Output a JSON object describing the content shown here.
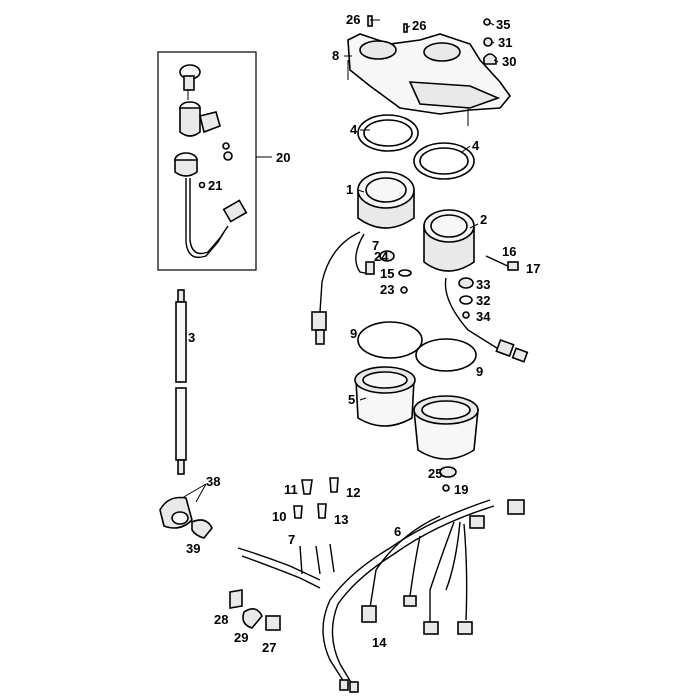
{
  "diagram": {
    "callouts": {
      "p1": "1",
      "p2": "2",
      "p3": "3",
      "p4a": "4",
      "p4b": "4",
      "p5": "5",
      "p6": "6",
      "p7a": "7",
      "p7b": "7",
      "p8": "8",
      "p9a": "9",
      "p9b": "9",
      "p10": "10",
      "p11": "11",
      "p12": "12",
      "p13": "13",
      "p14": "14",
      "p15": "15",
      "p16": "16",
      "p17": "17",
      "p19": "19",
      "p20": "20",
      "p21": "21",
      "p23": "23",
      "p24": "24",
      "p25": "25",
      "p26a": "26",
      "p26b": "26",
      "p27": "27",
      "p28": "28",
      "p29": "29",
      "p30": "30",
      "p31": "31",
      "p32": "32",
      "p33": "33",
      "p34": "34",
      "p35": "35",
      "p38": "38",
      "p39": "39"
    }
  }
}
